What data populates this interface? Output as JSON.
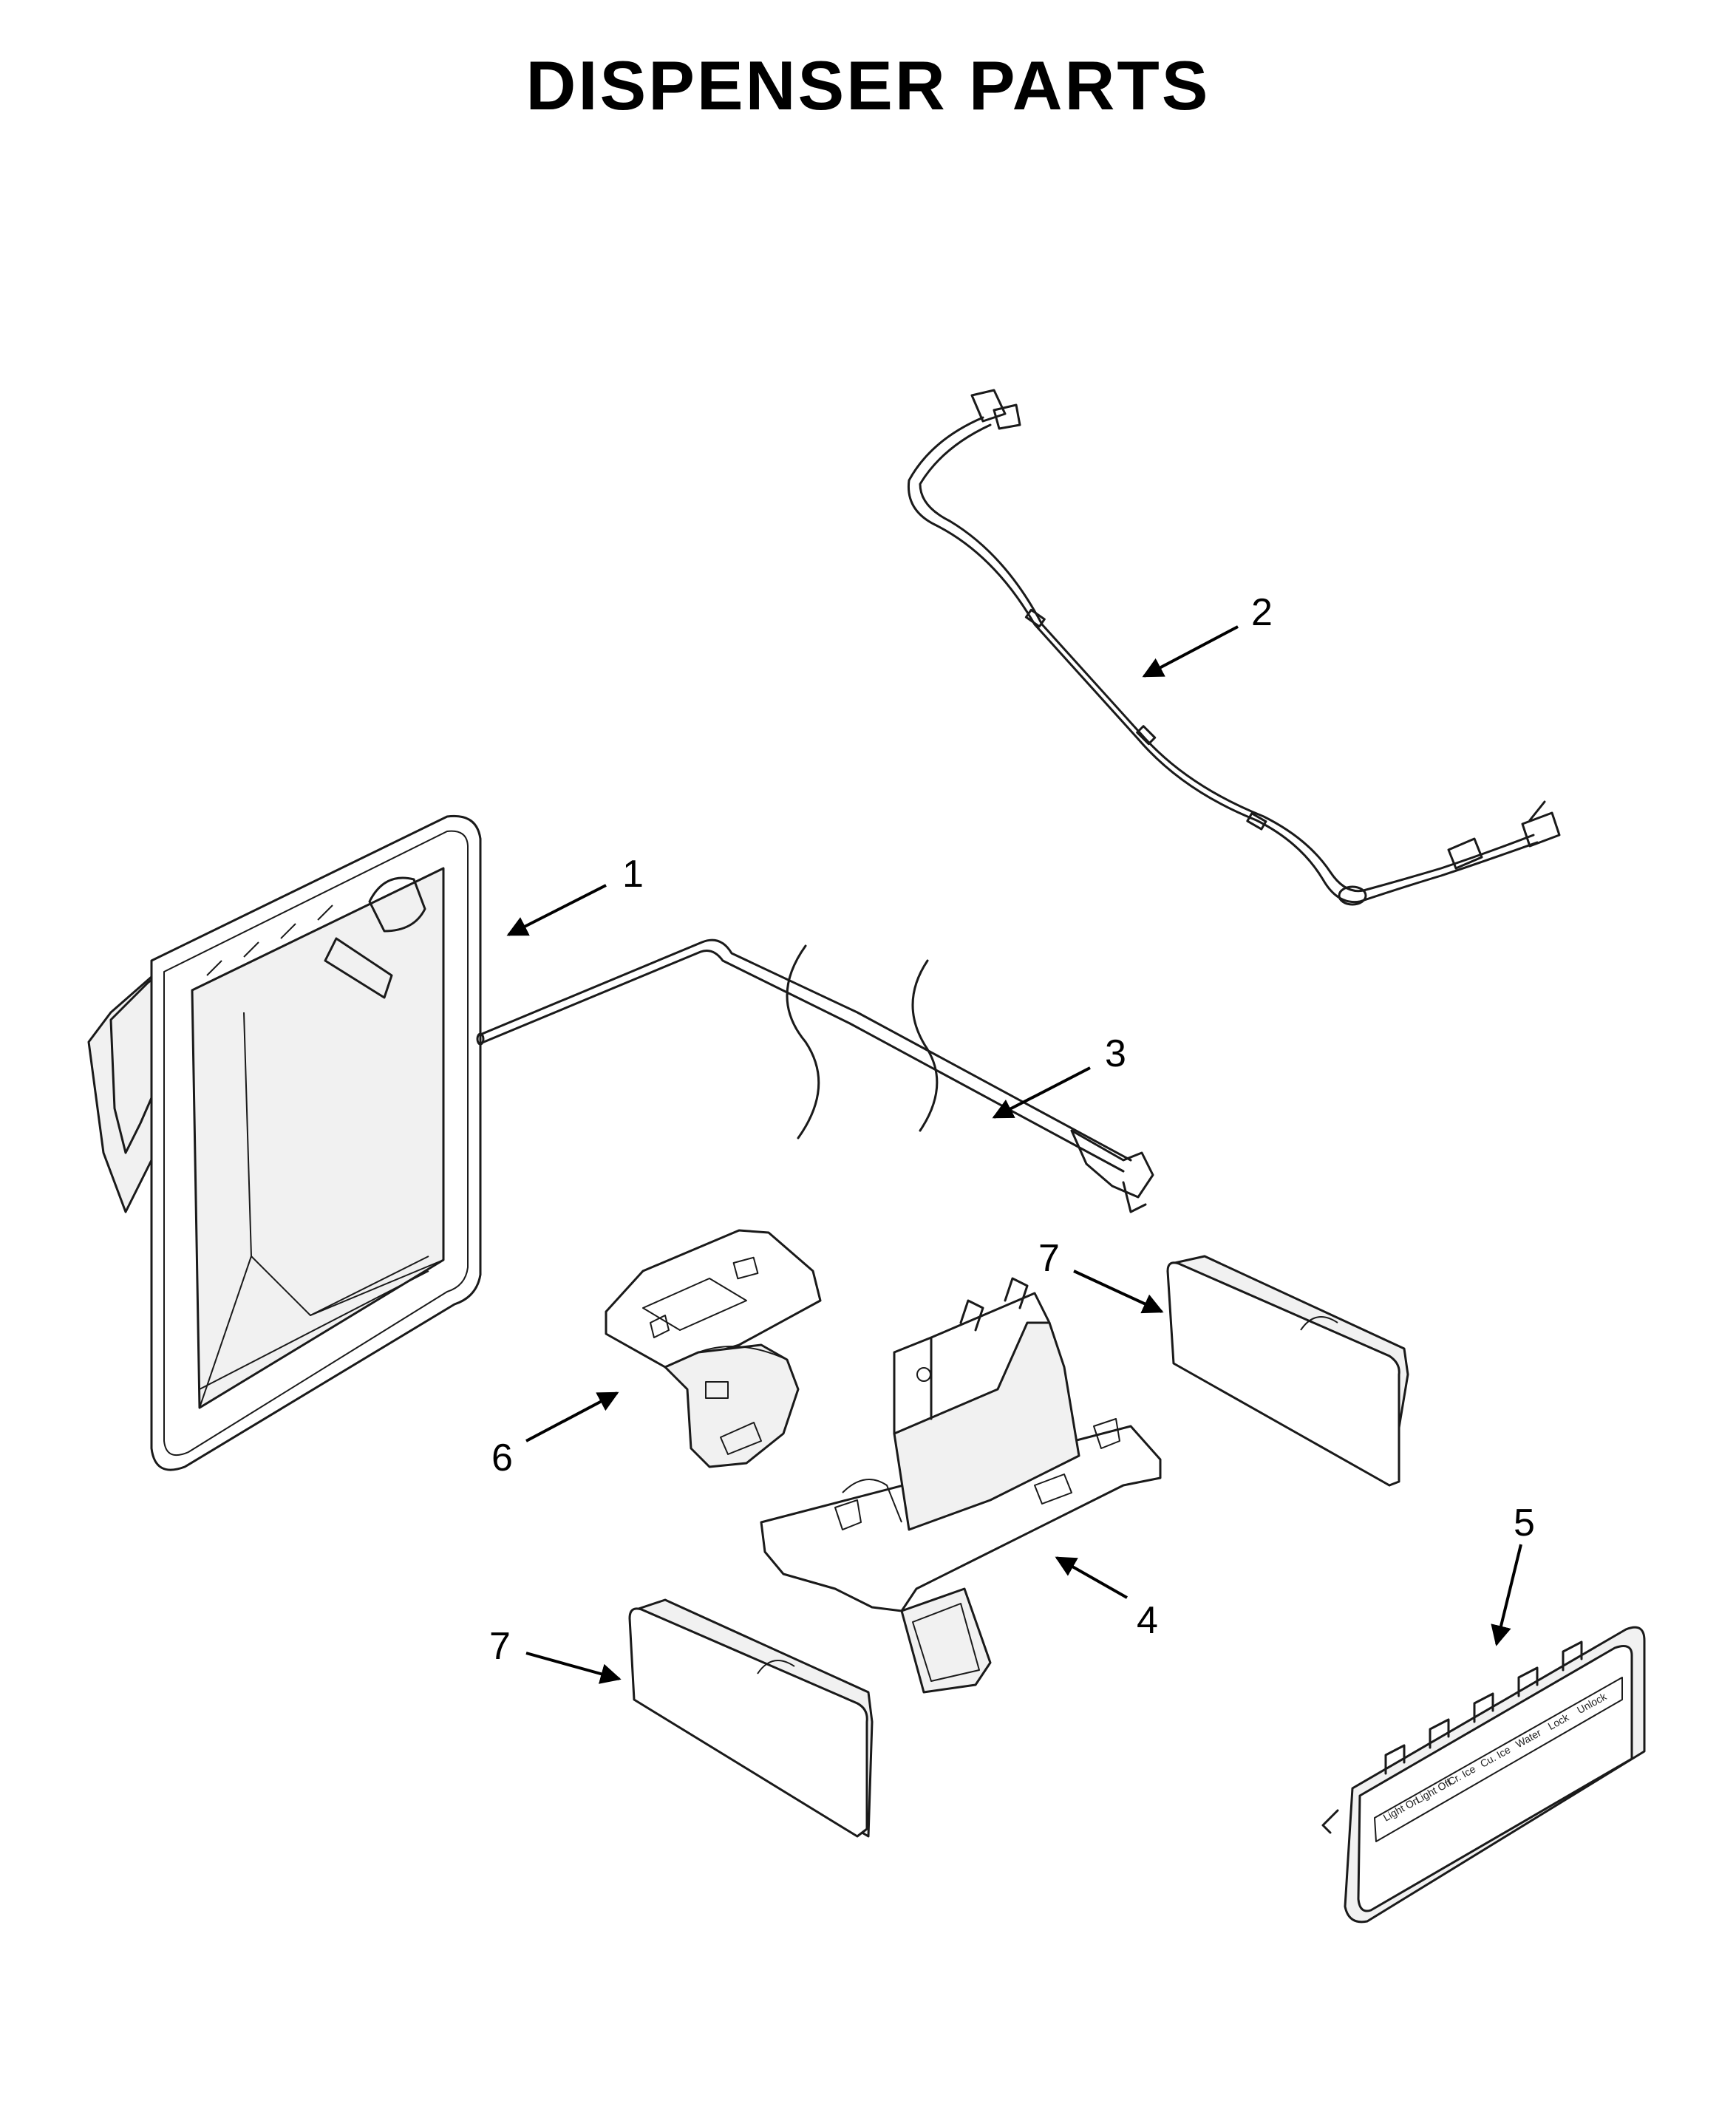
{
  "title": "DISPENSER PARTS",
  "callouts": [
    {
      "id": "1",
      "label": "1"
    },
    {
      "id": "2",
      "label": "2"
    },
    {
      "id": "3",
      "label": "3"
    },
    {
      "id": "4",
      "label": "4"
    },
    {
      "id": "5",
      "label": "5"
    },
    {
      "id": "6",
      "label": "6"
    },
    {
      "id": "7a",
      "label": "7"
    },
    {
      "id": "7b",
      "label": "7"
    }
  ],
  "control_panel_labels": [
    "Light On",
    "Light Off",
    "Cr. Ice",
    "Cu. Ice",
    "Water",
    "Lock",
    "Unlock"
  ]
}
